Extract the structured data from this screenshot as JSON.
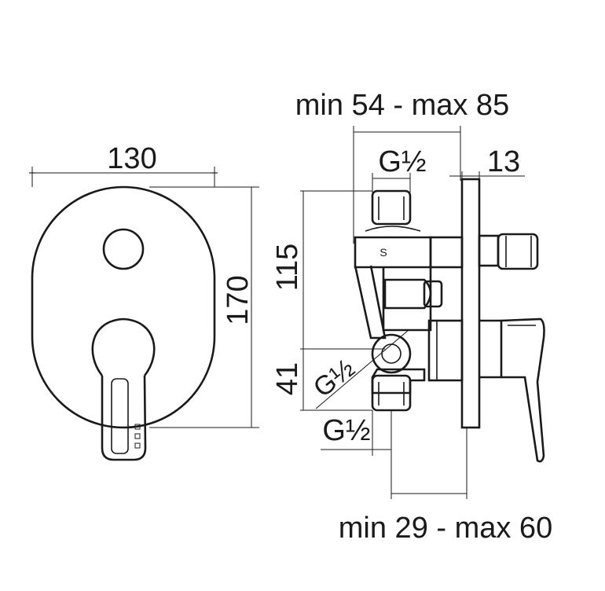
{
  "dimensions": {
    "front_width": "130",
    "front_height": "170",
    "side_depth_range": "min 54 - max 85",
    "plate_thickness": "13",
    "thread_top": "G½",
    "thread_side": "G½",
    "thread_bottom": "G½",
    "height_upper": "115",
    "height_lower": "41",
    "depth_bottom_range": "min 29 - max 60"
  },
  "marks": {
    "body_letter": "S"
  }
}
